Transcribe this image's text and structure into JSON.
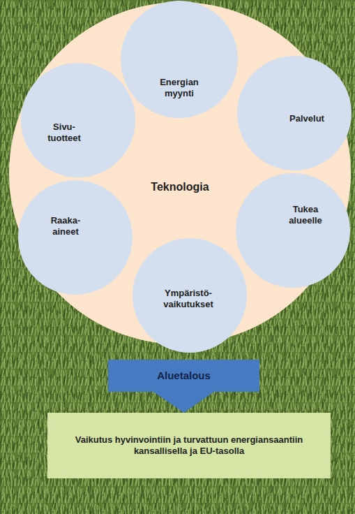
{
  "diagram": {
    "nodes": [
      {
        "text": [
          "Teknologia"
        ]
      },
      {
        "text": [
          "Energian myynti"
        ],
        "in": 0
      },
      {
        "text": [
          "Palvelut"
        ],
        "in": 0
      },
      {
        "text": [
          "Tukea alueelle"
        ],
        "in": 0
      },
      {
        "text": [
          "Ympäristö- vaikutukset"
        ],
        "in": 0
      },
      {
        "text": [
          "Raaka- aineet"
        ],
        "in": 0
      },
      {
        "text": [
          "Sivu- tuotteet"
        ],
        "in": 0
      },
      {
        "text": [
          "Aluetalous"
        ]
      },
      {
        "text": [
          "Vaikutus hyvinvointiin ja turvattuun energiansaantiin kansallisella ja EU-tasolla"
        ]
      }
    ],
    "edges": [
      {
        "from": 7,
        "to": 8,
        "arrow": "to"
      }
    ]
  }
}
